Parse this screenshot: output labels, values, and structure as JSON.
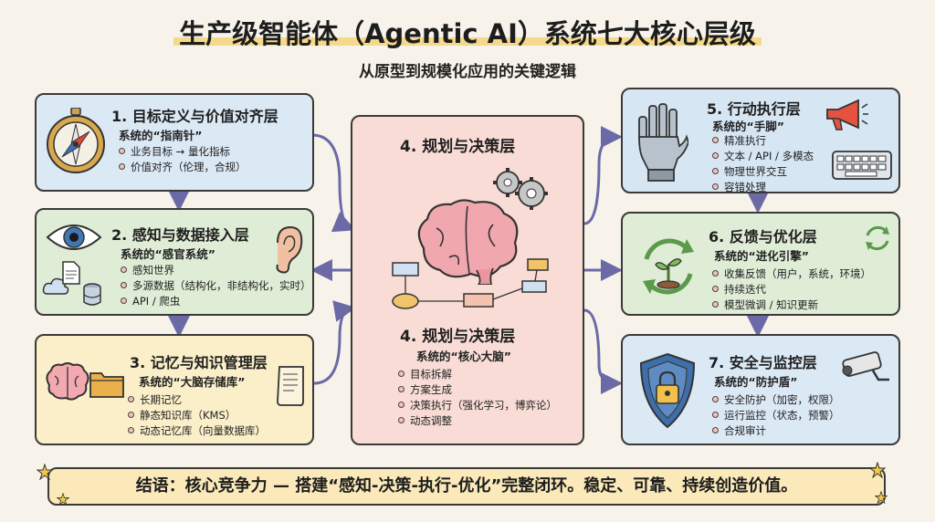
{
  "title": "生产级智能体（Agentic AI）系统七大核心层级",
  "subtitle": "从原型到规模化应用的关键逻辑",
  "layers": {
    "l1": {
      "title": "1. 目标定义与价值对齐层",
      "sub": "系统的“指南针”",
      "items": [
        "业务目标 → 量化指标",
        "价值对齐（伦理，合规）"
      ]
    },
    "l2": {
      "title": "2. 感知与数据接入层",
      "sub": "系统的“感官系统”",
      "items": [
        "感知世界",
        "多源数据（结构化，非结构化，实时）",
        "API / 爬虫"
      ]
    },
    "l3": {
      "title": "3. 记忆与知识管理层",
      "sub": "系统的“大脑存储库”",
      "items": [
        "长期记忆",
        "静态知识库（KMS）",
        "动态记忆库（向量数据库）"
      ]
    },
    "l4": {
      "top_title": "4. 规划与决策层",
      "title": "4. 规划与决策层",
      "sub": "系统的“核心大脑”",
      "items": [
        "目标拆解",
        "方案生成",
        "决策执行（强化学习，博弈论）",
        "动态调整"
      ]
    },
    "l5": {
      "title": "5. 行动执行层",
      "sub": "系统的“手脚”",
      "items": [
        "精准执行",
        "文本 / API / 多模态",
        "物理世界交互",
        "容错处理"
      ]
    },
    "l6": {
      "title": "6. 反馈与优化层",
      "sub": "系统的“进化引擎”",
      "items": [
        "收集反馈（用户，系统，环境）",
        "持续迭代",
        "模型微调 / 知识更新"
      ]
    },
    "l7": {
      "title": "7. 安全与监控层",
      "sub": "系统的“防护盾”",
      "items": [
        "安全防护（加密，权限）",
        "运行监控（状态，预警）",
        "合规审计"
      ]
    }
  },
  "footer": "结语：核心竞争力 — 搭建“感知-决策-执行-优化”完整闭环。稳定、可靠、持续创造价值。",
  "icons": [
    "compass-icon",
    "eye-icon",
    "ear-icon",
    "cloud-icon",
    "document-icon",
    "database-icon",
    "brain-icon",
    "folder-icon",
    "scroll-icon",
    "gear-icon",
    "flowchart-icon",
    "robot-hand-icon",
    "megaphone-icon",
    "keyboard-icon",
    "sprout-cycle-icon",
    "refresh-icon",
    "shield-lock-icon",
    "camera-icon",
    "star-icon"
  ],
  "colors": {
    "blue": "#dbe9f5",
    "green": "#dfecd6",
    "yellow": "#fbefc9",
    "pink": "#f8dcd5",
    "arrow": "#6b6aa6",
    "highlight": "#f5d98a"
  }
}
